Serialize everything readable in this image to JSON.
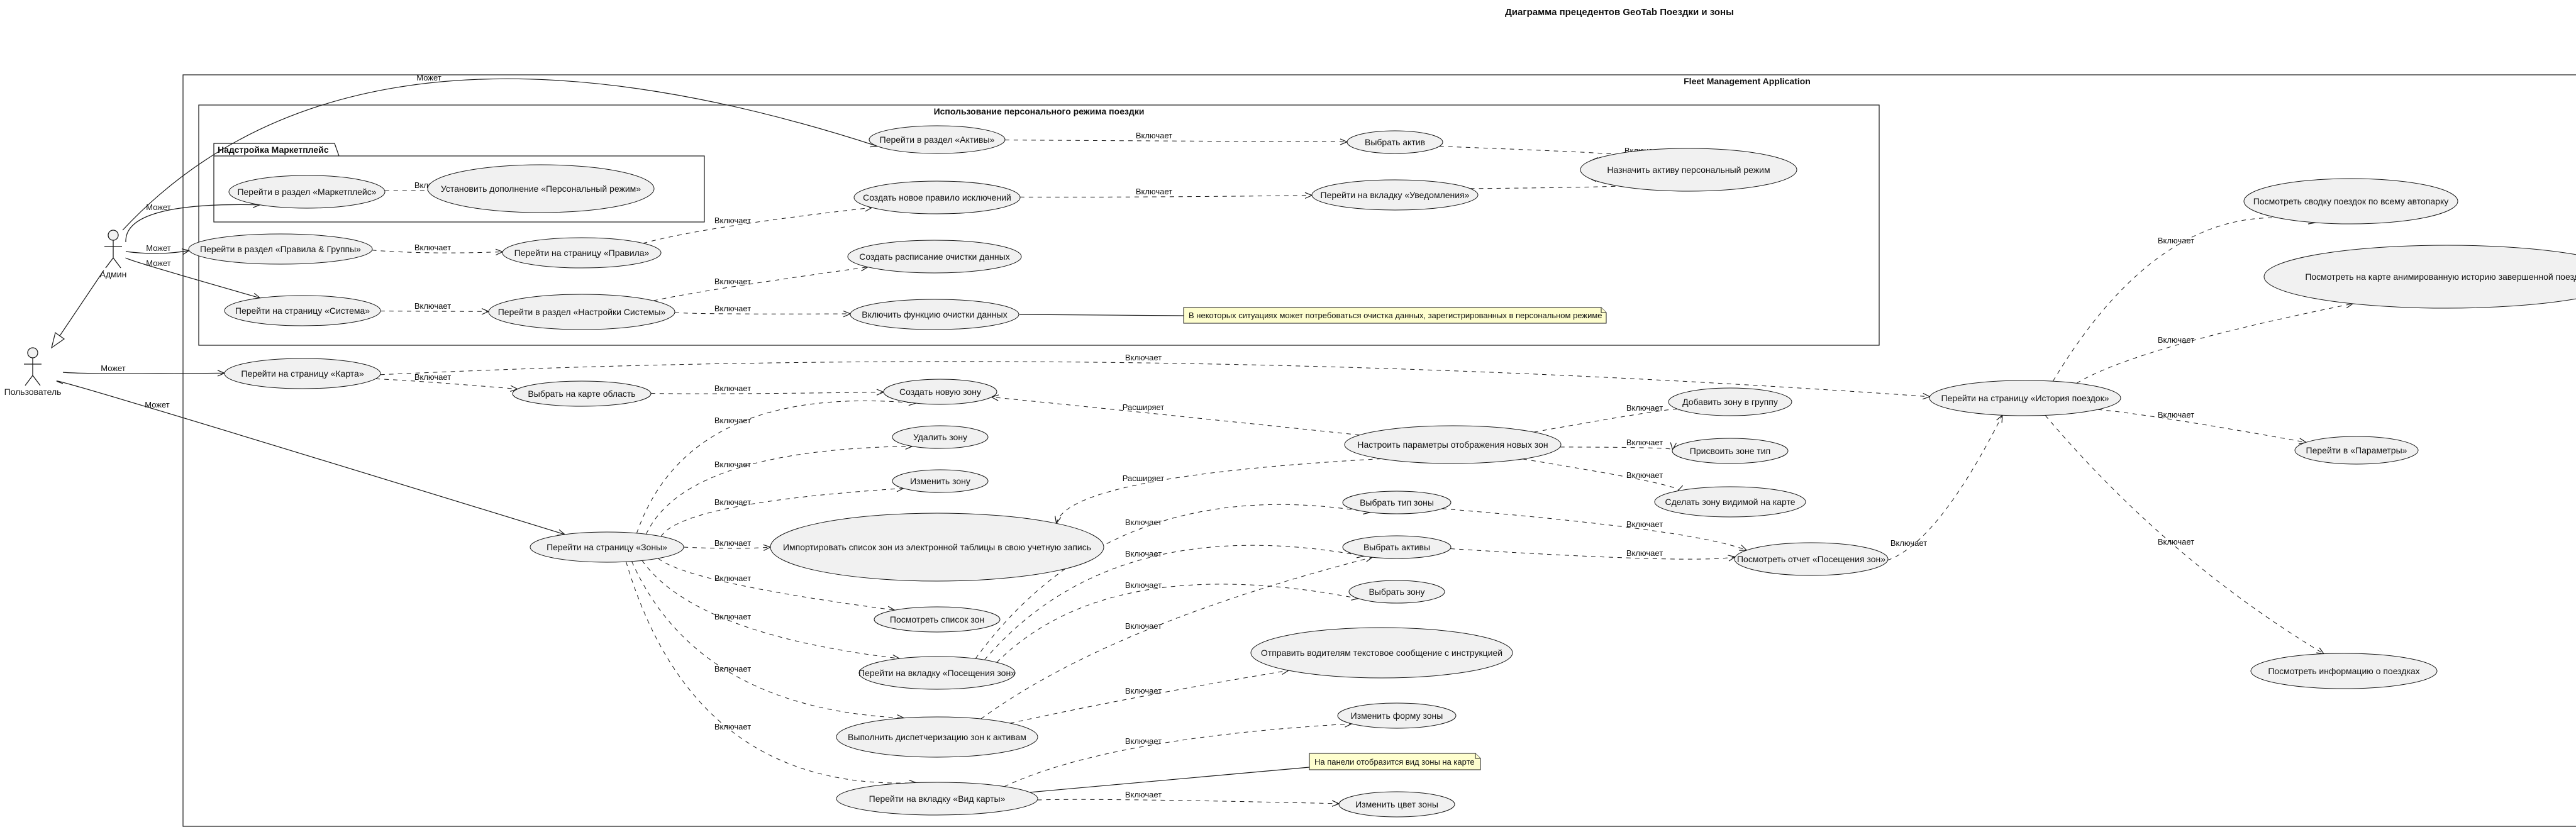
{
  "title": "Диаграмма прецедентов GeoTab Поездки и зоны",
  "boxes": {
    "fleet": "Fleet Management Application",
    "personal": "Использование персонального режима поездки",
    "marketplace": "Надстройка Маркетплейс"
  },
  "actors": {
    "admin": "Админ",
    "user": "Пользователь"
  },
  "usecases": {
    "market": "Перейти в раздел «Маркетплейс»",
    "install": "Установить дополнение «Персональный режим»",
    "assetsSection": "Перейти в раздел «Активы»",
    "selectAsset": "Выбрать актив",
    "assignPersonal": "Назначить активу персональный режим",
    "newRule": "Создать новое правило исключений",
    "notifTab": "Перейти на вкладку «Уведомления»",
    "rulesGroups": "Перейти в раздел «Правила & Группы»",
    "rulesPage": "Перейти на страницу «Правила»",
    "cleanSchedule": "Создать расписание очистки данных",
    "systemPage": "Перейти на страницу «Система»",
    "systemSettings": "Перейти в раздел «Настройки Системы»",
    "enableClean": "Включить функцию очистки данных",
    "mapPage": "Перейти на страницу «Карта»",
    "selectArea": "Выбрать на карте область",
    "createZone": "Создать новую зону",
    "deleteZone": "Удалить зону",
    "editZone": "Изменить зону",
    "zonesPage": "Перейти на страницу «Зоны»",
    "importZones": "Импортировать список зон из электронной таблицы в свою учетную запись",
    "viewZones": "Посмотреть список зон",
    "visitsTab": "Перейти на вкладку «Посещения зон»",
    "dispatch": "Выполнить диспетчеризацию зон к активам",
    "mapViewTab": "Перейти на вкладку «Вид карты»",
    "configDisplay": "Настроить параметры отображения новых зон",
    "addToGroup": "Добавить зону в группу",
    "assignType": "Присвоить зоне тип",
    "makeVisible": "Сделать зону видимой на карте",
    "selectZoneType": "Выбрать тип зоны",
    "selectAssets": "Выбрать активы",
    "selectZone": "Выбрать зону",
    "visitsReport": "Посмотреть отчет «Посещения зон»",
    "sendSms": "Отправить водителям текстовое сообщение с инструкцией",
    "changeShape": "Изменить форму зоны",
    "changeColor": "Изменить цвет зоны",
    "tripHistory": "Перейти на страницу «История поездок»",
    "fleetSummary": "Посмотреть сводку поездок по всему автопарку",
    "animHistory": "Посмотреть на карте анимированную историю завершенной поездки",
    "params": "Перейти в «Параметры»",
    "tripInfo": "Посмотреть информацию о поездках"
  },
  "labels": {
    "can": "Может",
    "include": "Включает",
    "extend": "Расширяет"
  },
  "notes": {
    "clean": "В некоторых ситуациях может потребоваться очистка данных, зарегистрированных в персональном режиме",
    "mapView": "На панели отобразится вид зоны на карте"
  }
}
